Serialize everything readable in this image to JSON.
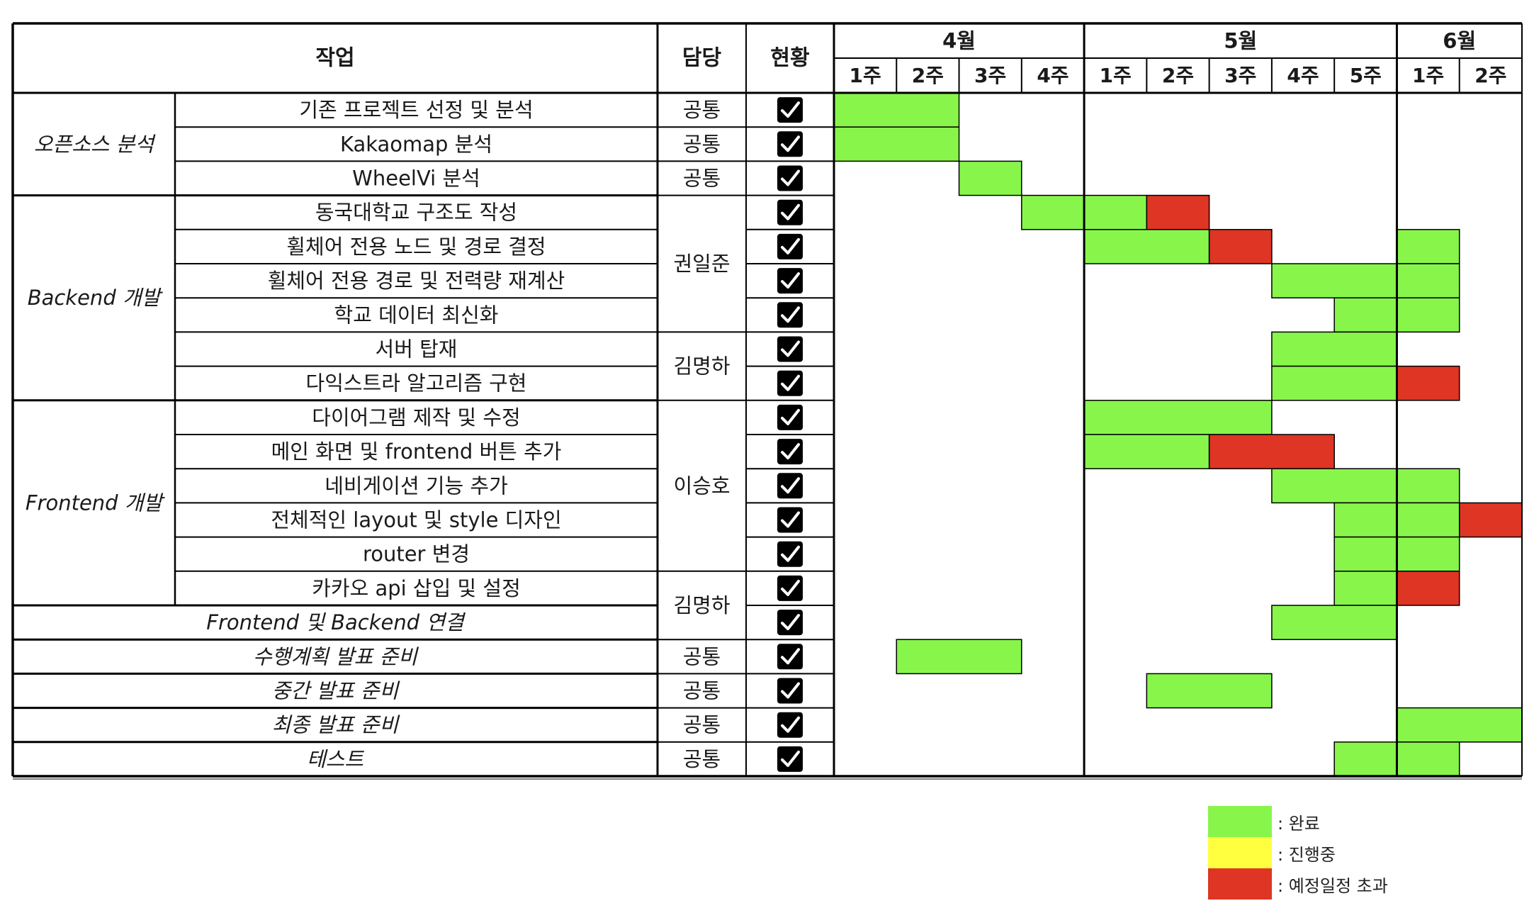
{
  "header": {
    "task": "작업",
    "owner": "담당",
    "status": "현황",
    "months": [
      {
        "label": "4월",
        "weeks": [
          "1주",
          "2주",
          "3주",
          "4주"
        ]
      },
      {
        "label": "5월",
        "weeks": [
          "1주",
          "2주",
          "3주",
          "4주",
          "5주"
        ]
      },
      {
        "label": "6월",
        "weeks": [
          "1주",
          "2주"
        ]
      }
    ]
  },
  "categories": [
    {
      "label": "오픈소스 분석",
      "rows": [
        0,
        2
      ]
    },
    {
      "label": "Backend 개발",
      "rows": [
        3,
        8
      ]
    },
    {
      "label": "Frontend 개발",
      "rows": [
        9,
        14
      ]
    }
  ],
  "standalone": [
    {
      "row": 15,
      "label": "Frontend 및 Backend 연결"
    },
    {
      "row": 16,
      "label": "수행계획 발표 준비"
    },
    {
      "row": 17,
      "label": "중간 발표 준비"
    },
    {
      "row": 18,
      "label": "최종 발표 준비"
    },
    {
      "row": 19,
      "label": "테스트"
    }
  ],
  "tasks": [
    {
      "name": "기존 프로젝트 선정 및 분석",
      "checked": true
    },
    {
      "name": "Kakaomap 분석",
      "checked": true
    },
    {
      "name": "WheelVi 분석",
      "checked": true
    },
    {
      "name": "동국대학교 구조도 작성",
      "checked": true
    },
    {
      "name": "휠체어 전용 노드 및 경로 결정",
      "checked": true
    },
    {
      "name": "휠체어 전용 경로 및 전력량 재계산",
      "checked": true
    },
    {
      "name": "학교 데이터 최신화",
      "checked": true
    },
    {
      "name": "서버 탑재",
      "checked": true
    },
    {
      "name": "다익스트라 알고리즘 구현",
      "checked": true
    },
    {
      "name": "다이어그램 제작 및 수정",
      "checked": true
    },
    {
      "name": "메인 화면 및 frontend 버튼 추가",
      "checked": true
    },
    {
      "name": "네비게이션 기능 추가",
      "checked": true
    },
    {
      "name": "전체적인 layout 및 style 디자인",
      "checked": true
    },
    {
      "name": "router 변경",
      "checked": true
    },
    {
      "name": "카카오 api 삽입 및 설정",
      "checked": true
    },
    {
      "name": "",
      "checked": true
    },
    {
      "name": "",
      "checked": true
    },
    {
      "name": "",
      "checked": true
    },
    {
      "name": "",
      "checked": true
    },
    {
      "name": "",
      "checked": true
    }
  ],
  "owners": [
    {
      "label": "공통",
      "rows": [
        0,
        0
      ]
    },
    {
      "label": "공통",
      "rows": [
        1,
        1
      ]
    },
    {
      "label": "공통",
      "rows": [
        2,
        2
      ]
    },
    {
      "label": "권일준",
      "rows": [
        3,
        6
      ]
    },
    {
      "label": "김명하",
      "rows": [
        7,
        8
      ]
    },
    {
      "label": "이승호",
      "rows": [
        9,
        13
      ]
    },
    {
      "label": "김명하",
      "rows": [
        14,
        15
      ]
    },
    {
      "label": "공통",
      "rows": [
        16,
        16
      ]
    },
    {
      "label": "공통",
      "rows": [
        17,
        17
      ]
    },
    {
      "label": "공통",
      "rows": [
        18,
        18
      ]
    },
    {
      "label": "공통",
      "rows": [
        19,
        19
      ]
    }
  ],
  "bars": [
    {
      "row": 0,
      "from": 0,
      "to": 2,
      "status": "done"
    },
    {
      "row": 1,
      "from": 0,
      "to": 2,
      "status": "done"
    },
    {
      "row": 2,
      "from": 2,
      "to": 3,
      "status": "done"
    },
    {
      "row": 3,
      "from": 3,
      "to": 5,
      "status": "done"
    },
    {
      "row": 3,
      "from": 5,
      "to": 6,
      "status": "overdue"
    },
    {
      "row": 4,
      "from": 4,
      "to": 6,
      "status": "done"
    },
    {
      "row": 4,
      "from": 6,
      "to": 7,
      "status": "overdue"
    },
    {
      "row": 4,
      "from": 9,
      "to": 10,
      "status": "done"
    },
    {
      "row": 5,
      "from": 7,
      "to": 10,
      "status": "done"
    },
    {
      "row": 6,
      "from": 8,
      "to": 10,
      "status": "done"
    },
    {
      "row": 7,
      "from": 7,
      "to": 9,
      "status": "done"
    },
    {
      "row": 8,
      "from": 7,
      "to": 9,
      "status": "done"
    },
    {
      "row": 8,
      "from": 9,
      "to": 10,
      "status": "overdue"
    },
    {
      "row": 9,
      "from": 4,
      "to": 7,
      "status": "done"
    },
    {
      "row": 10,
      "from": 4,
      "to": 6,
      "status": "done"
    },
    {
      "row": 10,
      "from": 6,
      "to": 8,
      "status": "overdue"
    },
    {
      "row": 11,
      "from": 7,
      "to": 10,
      "status": "done"
    },
    {
      "row": 12,
      "from": 8,
      "to": 10,
      "status": "done"
    },
    {
      "row": 12,
      "from": 10,
      "to": 11,
      "status": "overdue"
    },
    {
      "row": 13,
      "from": 8,
      "to": 10,
      "status": "done"
    },
    {
      "row": 14,
      "from": 8,
      "to": 9,
      "status": "done"
    },
    {
      "row": 14,
      "from": 9,
      "to": 10,
      "status": "overdue"
    },
    {
      "row": 15,
      "from": 7,
      "to": 9,
      "status": "done"
    },
    {
      "row": 16,
      "from": 1,
      "to": 3,
      "status": "done"
    },
    {
      "row": 17,
      "from": 5,
      "to": 7,
      "status": "done"
    },
    {
      "row": 18,
      "from": 9,
      "to": 11,
      "status": "done"
    },
    {
      "row": 19,
      "from": 8,
      "to": 10,
      "status": "done"
    }
  ],
  "colors": {
    "done": "#88f54b",
    "in_progress": "#ffff3f",
    "overdue": "#de3524"
  },
  "legend": [
    {
      "status": "done",
      "label": ": 완료"
    },
    {
      "status": "in_progress",
      "label": ": 진행중"
    },
    {
      "status": "overdue",
      "label": ": 예정일정 초과"
    }
  ]
}
